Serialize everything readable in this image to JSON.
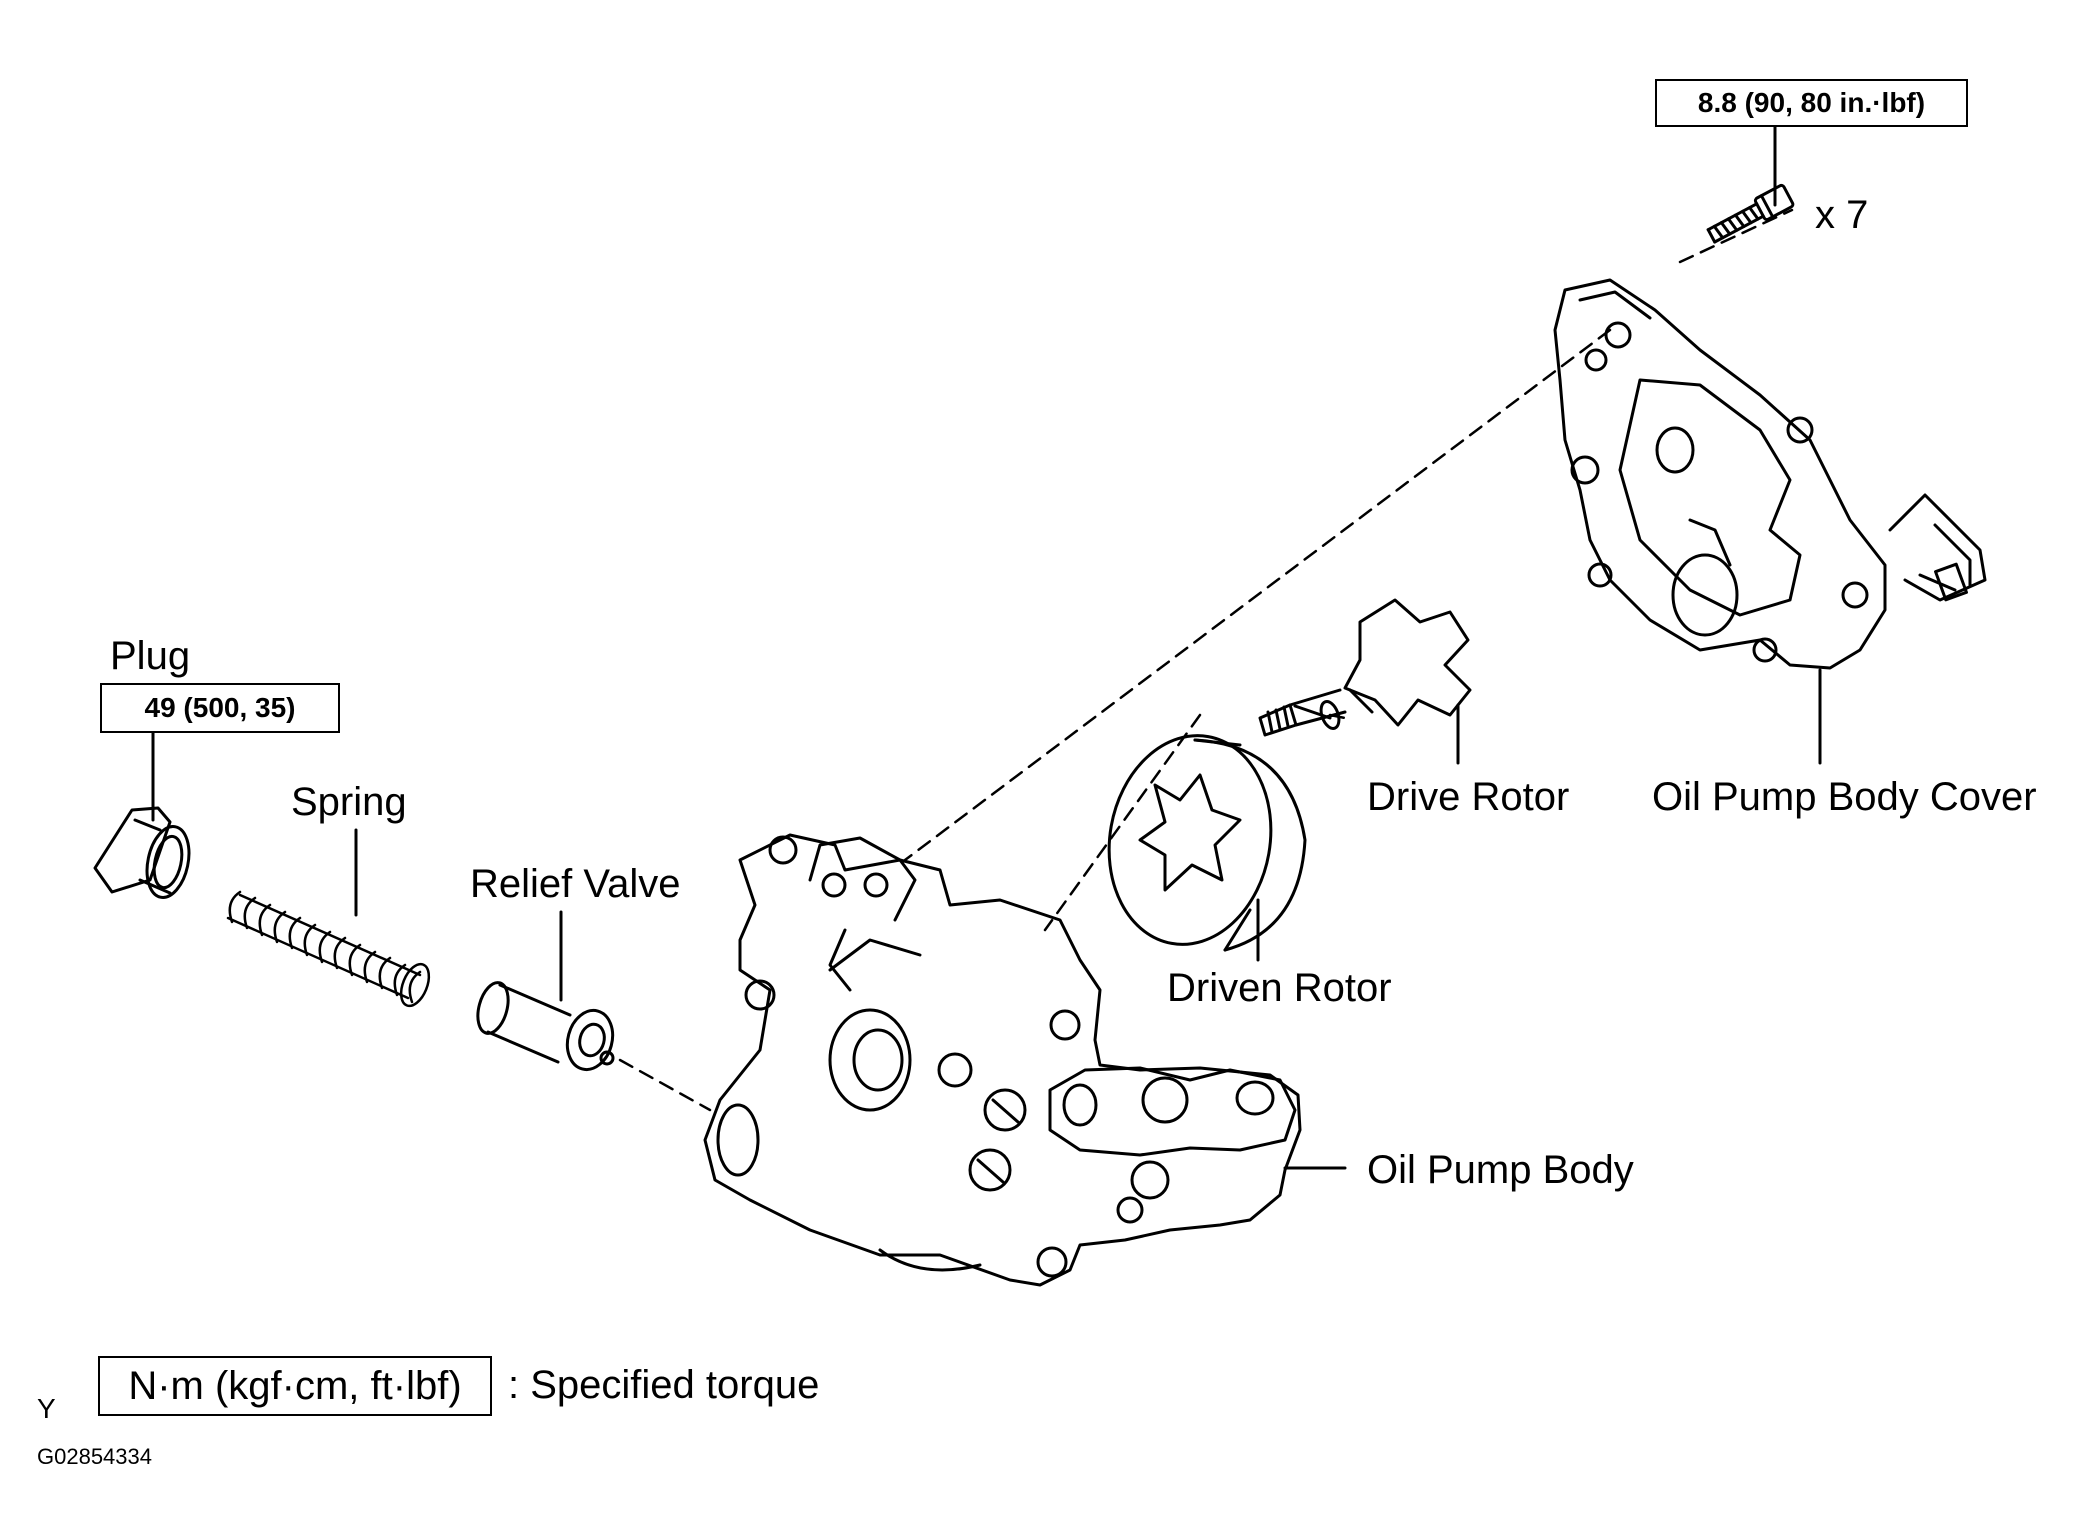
{
  "torques": {
    "bolt": "8.8 (90, 80 in.·lbf)",
    "plug": "49 (500, 35)"
  },
  "quantity": "x 7",
  "labels": {
    "plug": "Plug",
    "spring": "Spring",
    "relief_valve": "Relief Valve",
    "driven_rotor": "Driven Rotor",
    "drive_rotor": "Drive Rotor",
    "oil_pump_body_cover": "Oil Pump Body Cover",
    "oil_pump_body": "Oil Pump Body"
  },
  "legend": {
    "unit": "N·m (kgf·cm, ft·lbf)",
    "meaning": ": Specified torque"
  },
  "footer": {
    "letter": "Y",
    "code": "G02854334"
  }
}
